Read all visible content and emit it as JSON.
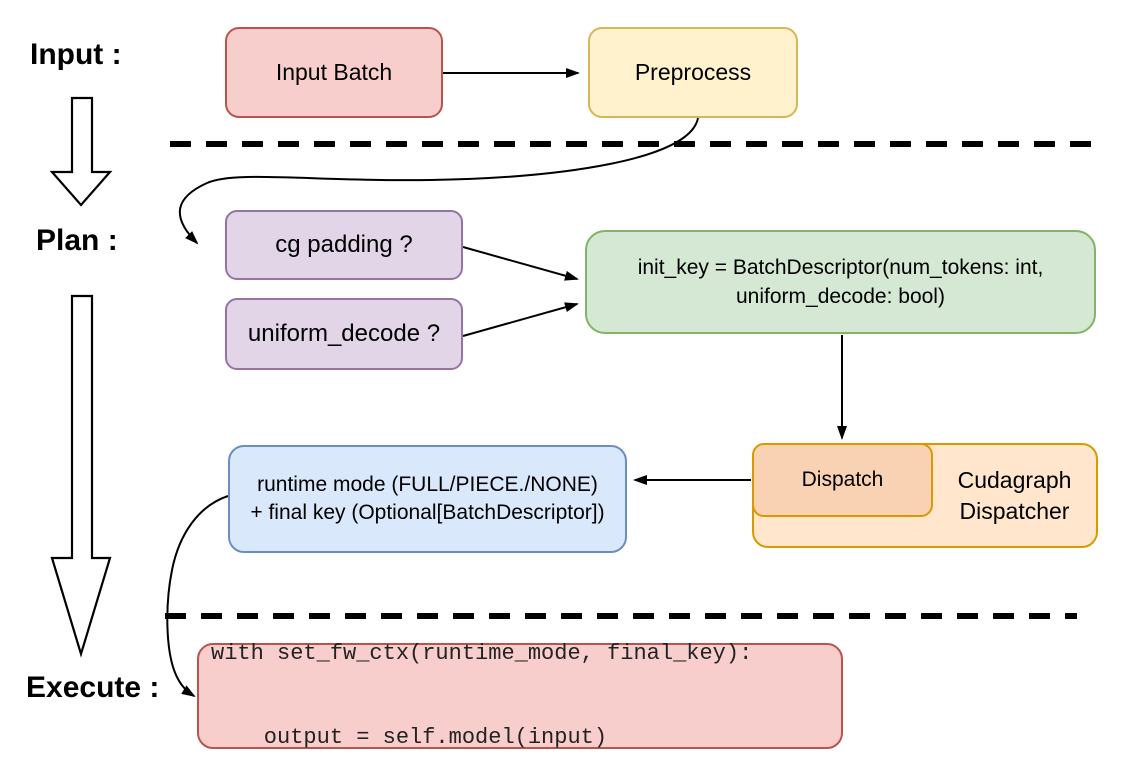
{
  "stages": {
    "input": {
      "label": "Input :"
    },
    "plan": {
      "label": "Plan :"
    },
    "execute": {
      "label": "Execute :"
    }
  },
  "nodes": {
    "input_batch": {
      "label": "Input Batch",
      "fill": "#f8cecc",
      "stroke": "#b85450"
    },
    "preprocess": {
      "label": "Preprocess",
      "fill": "#fff2cc",
      "stroke": "#d6b656"
    },
    "cg_padding": {
      "label": "cg padding ?",
      "fill": "#e1d5e7",
      "stroke": "#9673a6"
    },
    "uniform_decode": {
      "label": "uniform_decode ?",
      "fill": "#e1d5e7",
      "stroke": "#9673a6"
    },
    "init_key": {
      "line1": "init_key = BatchDescriptor(num_tokens: int,",
      "line2": "uniform_decode: bool)",
      "fill": "#d5e8d4",
      "stroke": "#82b366"
    },
    "dispatch": {
      "label": "Dispatch",
      "fill": "#f9d2b4",
      "stroke": "#d79b00"
    },
    "cudagraph_dispatcher": {
      "line1": "Cudagraph",
      "line2": "Dispatcher",
      "fill": "#ffe6cc",
      "stroke": "#d79b00"
    },
    "runtime_mode": {
      "line1": "runtime mode (FULL/PIECE./NONE)",
      "line2": "+ final key (Optional[BatchDescriptor])",
      "fill": "#dae8fc",
      "stroke": "#6c8ebf"
    },
    "execute_code": {
      "line1": "with set_fw_ctx(runtime_mode, final_key):",
      "line2": "    output = self.model(input)",
      "fill": "#f8cecc",
      "stroke": "#b85450"
    }
  },
  "connector_color": "#000000"
}
